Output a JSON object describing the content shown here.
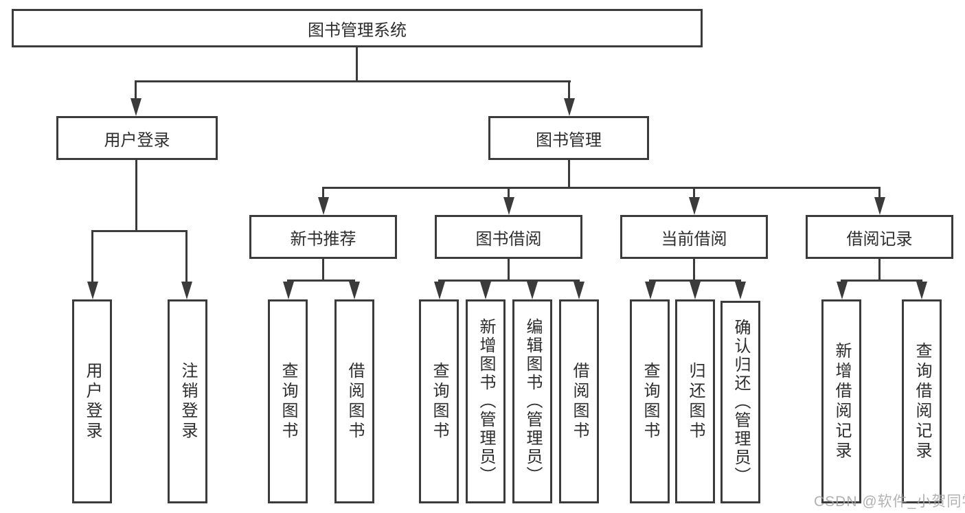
{
  "diagram": {
    "type": "hierarchy-tree",
    "root": {
      "label": "图书管理系统"
    },
    "level2": {
      "user_login": {
        "label": "用户登录",
        "children": {
          "login": {
            "label": "用户登录"
          },
          "logout": {
            "label": "注销登录"
          }
        }
      },
      "book_management": {
        "label": "图书管理",
        "children": {
          "new_book": {
            "label": "新书推荐",
            "children": {
              "query": {
                "label": "查询图书"
              },
              "borrow": {
                "label": "借阅图书"
              }
            }
          },
          "book_borrow": {
            "label": "图书借阅",
            "children": {
              "query": {
                "label": "查询图书"
              },
              "add": {
                "label": "新增图书（管理员）"
              },
              "edit": {
                "label": "编辑图书（管理员）"
              },
              "borrow": {
                "label": "借阅图书"
              }
            }
          },
          "current_borrow": {
            "label": "当前借阅",
            "children": {
              "query": {
                "label": "查询图书"
              },
              "return": {
                "label": "归还图书"
              },
              "confirm": {
                "label": "确认归还（管理员）"
              }
            }
          },
          "borrow_records": {
            "label": "借阅记录",
            "children": {
              "add": {
                "label": "新增借阅记录"
              },
              "query": {
                "label": "查询借阅记录"
              }
            }
          }
        }
      }
    }
  },
  "watermark": {
    "text": "CSDN @软件_小贺同学"
  },
  "colors": {
    "line": "#3b3b3b",
    "text": "#2d2d2d",
    "background": "#ffffff",
    "watermark": "#a3a3a3"
  }
}
